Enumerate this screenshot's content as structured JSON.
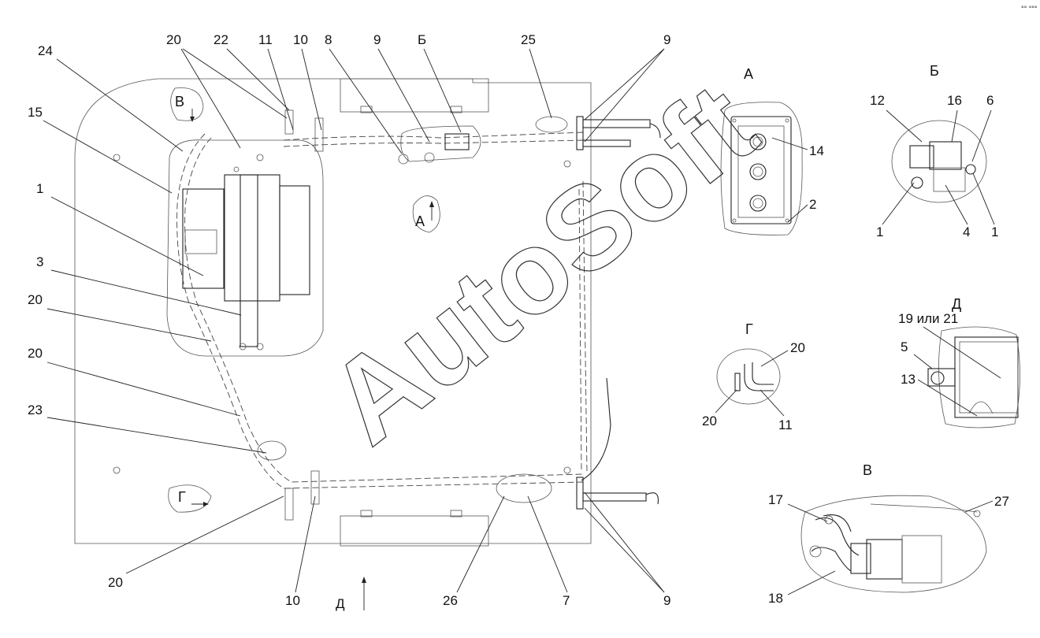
{
  "watermark": "AutoSoft",
  "corner_mark": "°° °°°",
  "callouts_top": [
    "24",
    "20",
    "22",
    "11",
    "10",
    "8",
    "9",
    "Б",
    "25",
    "9"
  ],
  "callouts_left": [
    "15",
    "1",
    "3",
    "20",
    "20",
    "23",
    "20"
  ],
  "callouts_bottom": [
    "10",
    "Д",
    "26",
    "7",
    "9"
  ],
  "view_markers": {
    "v": "В",
    "a": "А",
    "g": "Г"
  },
  "view_a": {
    "title": "А",
    "labels": [
      "14",
      "2"
    ]
  },
  "view_b": {
    "title": "Б",
    "labels": [
      "12",
      "16",
      "6",
      "1",
      "4",
      "1"
    ]
  },
  "view_g": {
    "title": "Г",
    "labels": [
      "20",
      "20",
      "11"
    ]
  },
  "view_d": {
    "title": "Д",
    "labels": [
      "19 или 21",
      "5",
      "13"
    ]
  },
  "view_v": {
    "title": "В",
    "labels": [
      "17",
      "27",
      "18"
    ]
  }
}
